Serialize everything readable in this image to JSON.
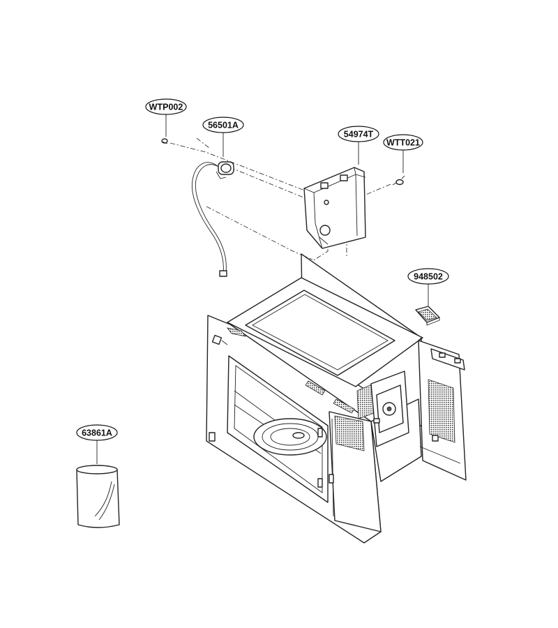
{
  "labels": {
    "wtp002": "WTP002",
    "p56501a": "56501A",
    "p54974t": "54974T",
    "wtt021": "WTT021",
    "p948502": "948502",
    "p63861a": "63861A"
  },
  "colors": {
    "line": "#222222",
    "background": "#ffffff"
  }
}
